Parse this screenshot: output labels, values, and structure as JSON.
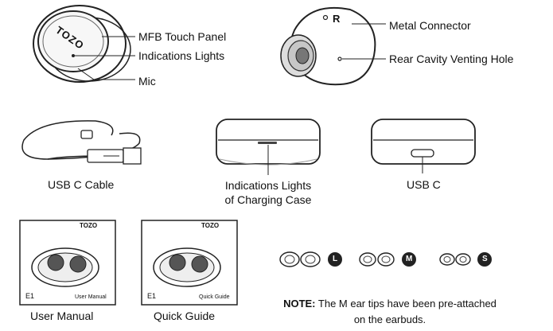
{
  "earbud": {
    "brand": "TOZO",
    "labels": {
      "mfb": "MFB Touch Panel",
      "indications": "Indications Lights",
      "mic": "Mic"
    }
  },
  "earbud_rear": {
    "mark": "R",
    "labels": {
      "connector": "Metal  Connector",
      "venting": "Rear Cavity Venting Hole"
    }
  },
  "cable": {
    "caption": "USB C Cable"
  },
  "case_front": {
    "caption_line1": "Indications Lights",
    "caption_line2": "of Charging Case"
  },
  "case_usb": {
    "caption": "USB C"
  },
  "manual": {
    "brand": "TOZO",
    "model": "E1",
    "doc_label": "User Manual",
    "caption": "User Manual"
  },
  "quick": {
    "brand": "TOZO",
    "model": "E1",
    "doc_label": "Quick Guide",
    "caption": "Quick Guide"
  },
  "eartips": {
    "sizes": [
      "L",
      "M",
      "S"
    ],
    "note_bold": "NOTE:",
    "note_line1": " The M ear tips have been pre-attached",
    "note_line2": "on the earbuds."
  }
}
